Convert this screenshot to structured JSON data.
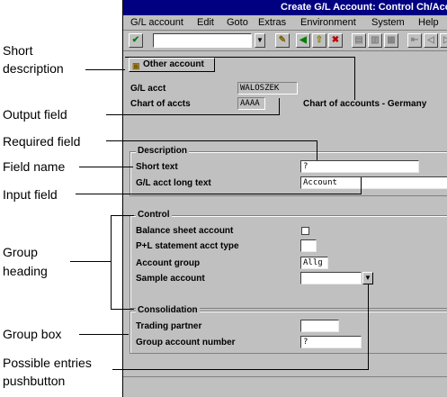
{
  "window": {
    "title": "Create G/L Account: Control Ch/Accts"
  },
  "menu": [
    "G/L account",
    "Edit",
    "Goto",
    "Extras",
    "Environment",
    "System",
    "Help"
  ],
  "toolbar": {
    "command_value": "",
    "icons": [
      "check-icon",
      "dropdown-icon",
      "save-icon",
      "back-icon",
      "exit-icon",
      "cancel-icon",
      "print-icon",
      "find-icon",
      "find-next-icon",
      "first-page-icon",
      "prev-page-icon"
    ]
  },
  "buttons": {
    "other_account": "Other account"
  },
  "header": {
    "gl_acct_label": "G/L acct",
    "gl_acct_value": "WALOSZEK",
    "chart_label": "Chart of accts",
    "chart_value": "AAAA",
    "chart_description": "Chart of accounts - Germany"
  },
  "description_group": {
    "title": "Description",
    "short_text_label": "Short text",
    "short_text_value": "?",
    "long_text_label": "G/L acct long text",
    "long_text_value": "Account"
  },
  "control_group": {
    "title": "Control",
    "balance_sheet_label": "Balance sheet account",
    "balance_sheet_checked": false,
    "pl_type_label": "P+L statement acct type",
    "pl_type_value": "",
    "account_group_label": "Account group",
    "account_group_value": "Allg",
    "sample_account_label": "Sample account",
    "sample_account_value": ""
  },
  "consolidation_group": {
    "title": "Consolidation",
    "trading_partner_label": "Trading partner",
    "trading_partner_value": "",
    "group_account_label": "Group account number",
    "group_account_value": "?"
  },
  "annotations": {
    "short_description": [
      "Short",
      "description"
    ],
    "output_field": "Output field",
    "required_field": "Required  field",
    "field_name": "Field name",
    "input_field": "Input  field",
    "group_heading": [
      "Group",
      "heading"
    ],
    "group_box": "Group box",
    "possible_entries": [
      "Possible  entries",
      "pushbutton"
    ]
  },
  "colors": {
    "titlebar": "#000080",
    "window_bg": "#c0c0c0",
    "check_green": "#008000",
    "cancel_red": "#c00000"
  }
}
